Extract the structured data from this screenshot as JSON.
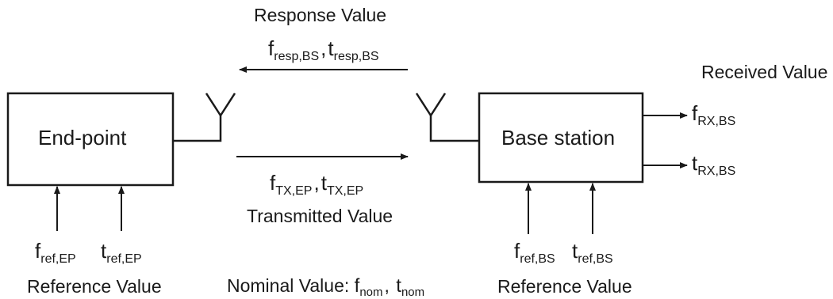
{
  "headers": {
    "response": "Response Value",
    "received": "Received Value",
    "transmitted": "Transmitted Value",
    "reference_ep": "Reference Value",
    "reference_bs": "Reference Value",
    "nominal_prefix": "Nominal Value:"
  },
  "blocks": {
    "end_point": "End-point",
    "base_station": "Base station"
  },
  "variables": {
    "f": "f",
    "t": "t",
    "comma": ",",
    "resp_bs": "resp,BS",
    "tx_ep": "TX,EP",
    "rx_bs": "RX,BS",
    "ref_ep": "ref,EP",
    "ref_bs": "ref,BS",
    "nom": "nom"
  }
}
